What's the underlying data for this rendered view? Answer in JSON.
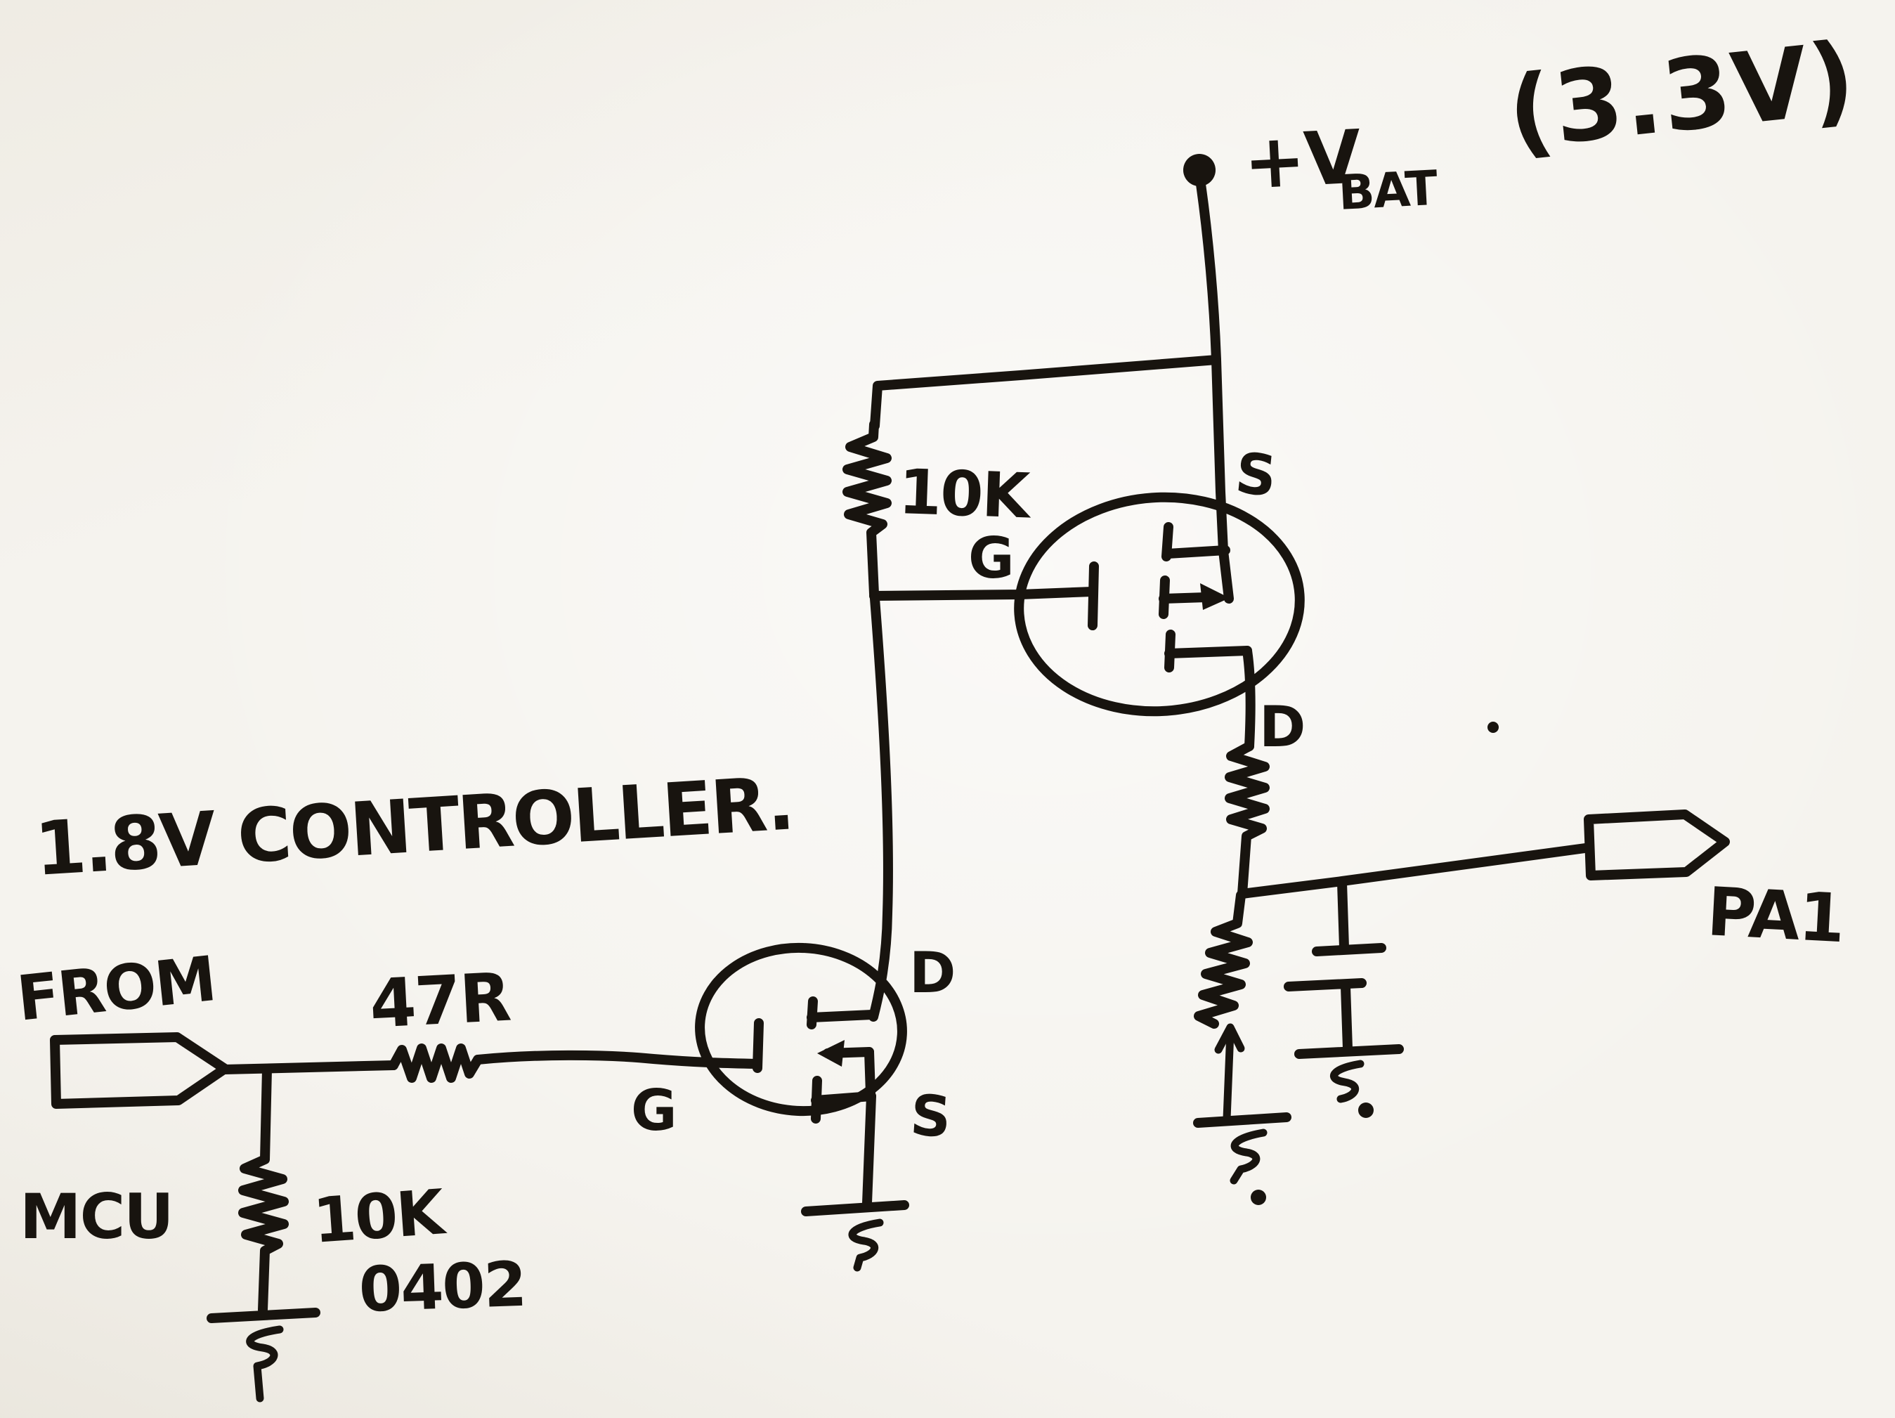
{
  "title": "1.8V CONTROLLER.",
  "source": {
    "from_label": "FROM",
    "mcu_label": "MCU"
  },
  "supply": {
    "rail_prefix": "+V",
    "rail_sub": "BAT",
    "rail_voltage": "(3.3V)"
  },
  "output": {
    "net_label": "PA1"
  },
  "components": {
    "series_resistor_value": "47R",
    "pulldown_resistor_value": "10K",
    "pulldown_resistor_package": "0402",
    "pullup_resistor_value": "10K"
  },
  "fet_top": {
    "source_pin": "S",
    "gate_pin": "G",
    "drain_pin": "D"
  },
  "fet_bottom": {
    "gate_pin": "G",
    "drain_pin": "D",
    "source_pin": "S"
  },
  "colors": {
    "ink": "#18140f",
    "paper": "#f5f3ee"
  }
}
